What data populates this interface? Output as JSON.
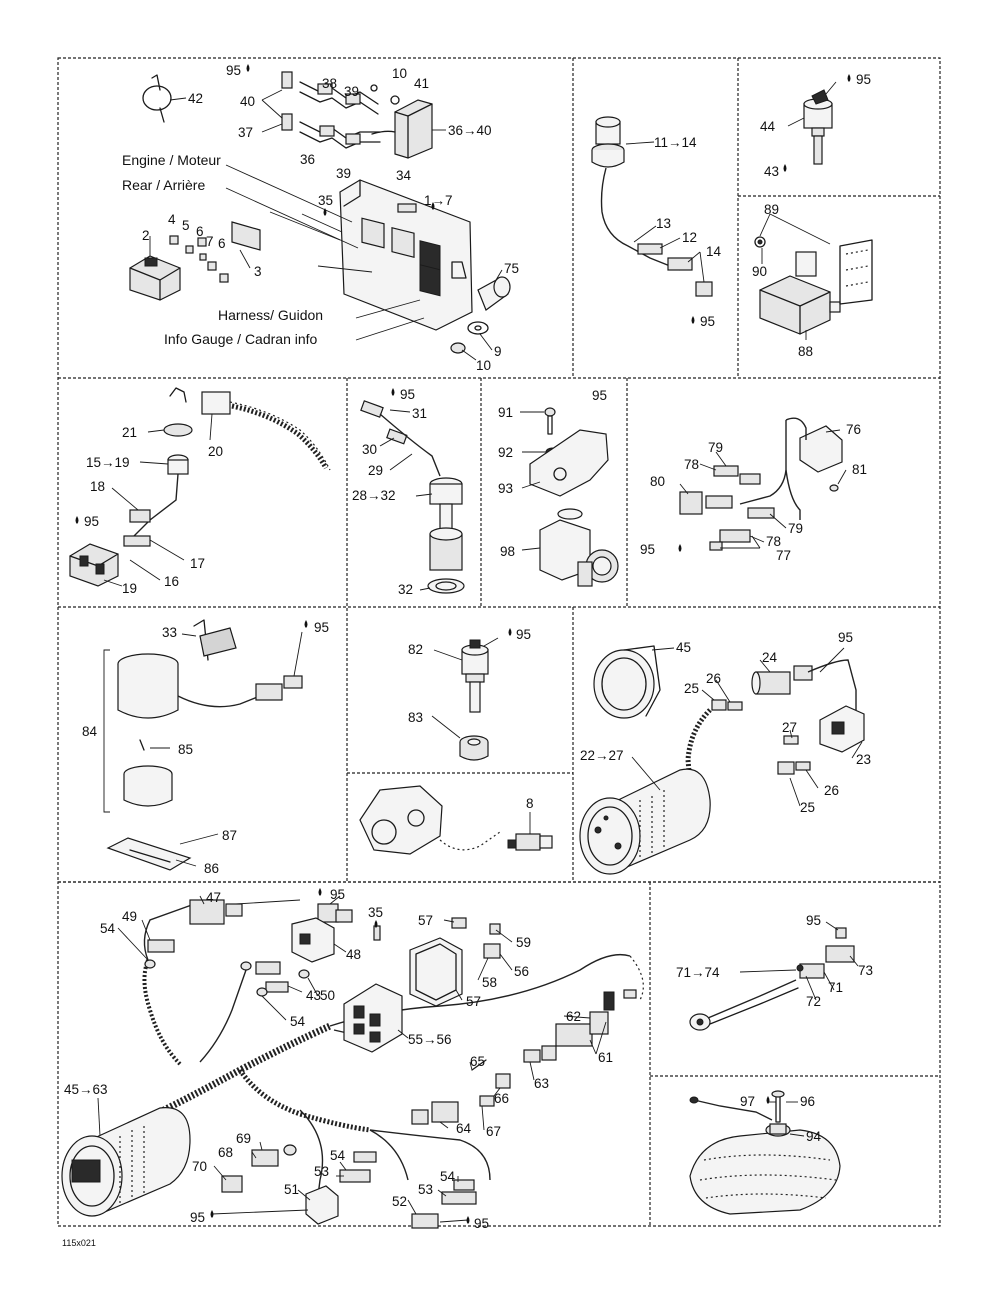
{
  "diagram_code": "115x021",
  "annotations": {
    "engine": "Engine / Moteur",
    "rear": "Rear / Arrière",
    "harness": "Harness/ Guidon",
    "info_gauge": "Info Gauge / Cadran info"
  },
  "callouts": {
    "c95a": "95",
    "c42": "42",
    "c40a": "40",
    "c38": "38",
    "c39a": "39",
    "c10a": "10",
    "c41": "41",
    "c37": "37",
    "c36": "36→40",
    "c36b": "36",
    "c39b": "39",
    "c34": "34",
    "c35a": "35",
    "c1": "1→7",
    "c4": "4",
    "c5": "5",
    "c6a": "6",
    "c7": "7",
    "c6b": "6",
    "c2": "2",
    "c3": "3",
    "c75": "75",
    "c9": "9",
    "c10b": "10",
    "c11": "11→14",
    "c13": "13",
    "c12": "12",
    "c14": "14",
    "c95b": "95",
    "c95c": "95",
    "c44": "44",
    "c43": "43",
    "c89": "89",
    "c90": "90",
    "c88": "88",
    "c21": "21",
    "c20": "20",
    "c15": "15→19",
    "c18": "18",
    "c95d": "95",
    "c17": "17",
    "c16": "16",
    "c19": "19",
    "c95e": "95",
    "c31": "31",
    "c30": "30",
    "c29": "29",
    "c28": "28→32",
    "c32": "32",
    "c95f": "95",
    "c91": "91",
    "c92": "92",
    "c93": "93",
    "c98": "98",
    "c76": "76",
    "c79a": "79",
    "c78a": "78",
    "c81": "81",
    "c80": "80",
    "c79b": "79",
    "c78b": "78",
    "c95g": "95",
    "c77": "77",
    "c33": "33",
    "c95h": "95",
    "c84": "84",
    "c85": "85",
    "c87": "87",
    "c86": "86",
    "c82": "82",
    "c95i": "95",
    "c83": "83",
    "c8": "8",
    "c45": "45",
    "c24": "24",
    "c95j": "95",
    "c25a": "25",
    "c26a": "26",
    "c27": "27",
    "c23": "23",
    "c22": "22→27",
    "c26b": "26",
    "c25b": "25",
    "c47": "47",
    "c95k": "95",
    "c49": "49",
    "c54a": "54",
    "c35b": "35",
    "c57a": "57",
    "c59": "59",
    "c48": "48",
    "c58": "58",
    "c56": "56",
    "c57b": "57",
    "c43b": "43",
    "c50": "50",
    "c54b": "54",
    "c62": "62",
    "c55": "55→56",
    "c61": "61",
    "c65": "65",
    "c63": "63",
    "c66": "66",
    "c64": "64",
    "c67": "67",
    "c45b": "45→63",
    "c69": "69",
    "c68": "68",
    "c54c": "54",
    "c53a": "53",
    "c70": "70",
    "c54d": "54",
    "c51": "51",
    "c53b": "53",
    "c52": "52",
    "c95l": "95",
    "c95m": "95",
    "c95n": "95",
    "c73": "73",
    "c71": "71→74",
    "c72": "72",
    "c71b": "71",
    "c97": "97",
    "c96": "96",
    "c94": "94"
  }
}
